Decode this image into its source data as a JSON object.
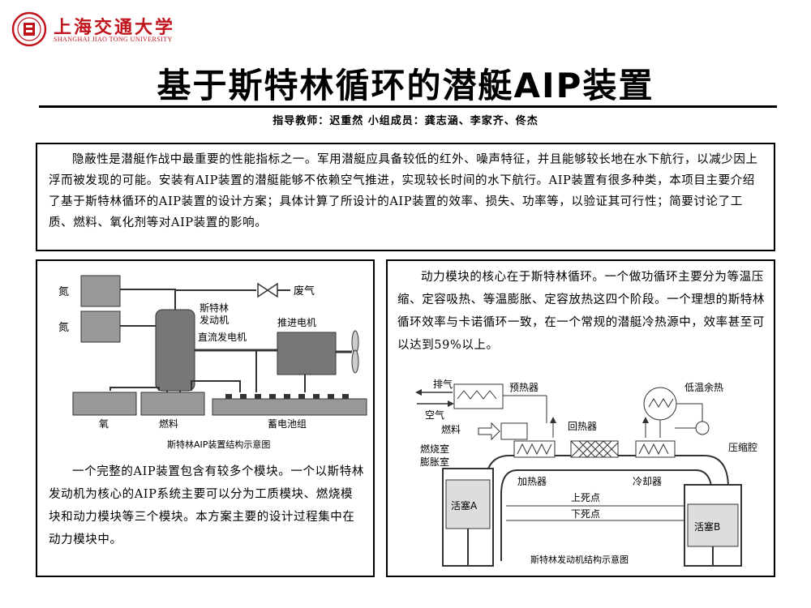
{
  "header": {
    "university_cn": "上海交通大学",
    "university_en": "SHANGHAI JIAO TONG UNIVERSITY"
  },
  "title": "基于斯特林循环的潜艇AIP装置",
  "authors": "指导教师：迟重然    小组成员：龚志涵、李家齐、佟杰",
  "abstract": "隐蔽性是潜艇作战中最重要的性能指标之一。军用潜艇应具备较低的红外、噪声特征，并且能够较长地在水下航行，以减少因上浮而被发现的可能。安装有AIP装置的潜艇能够不依赖空气推进，实现较长时间的水下航行。AIP装置有很多种类，本项目主要介绍了基于斯特林循环的AIP装置的设计方案；具体计算了所设计的AIP装置的效率、损失、功率等，以验证其可行性；简要讨论了工质、燃料、氧化剂等对AIP装置的影响。",
  "left_panel": {
    "diagram": {
      "labels": {
        "n2_top": "氮",
        "n2_bottom": "氮",
        "exhaust": "废气",
        "stirling_engine": "斯特林\n发动机",
        "dc_generator": "直流发电机",
        "propulsion_motor": "推进电机",
        "oxygen": "氧",
        "fuel": "燃料",
        "battery": "蓄电池组"
      },
      "caption": "斯特林AIP装置结构示意图"
    },
    "text": "一个完整的AIP装置包含有较多个模块。一个以斯特林发动机为核心的AIP系统主要可以分为工质模块、燃烧模块和动力模块等三个模块。本方案主要的设计过程集中在动力模块中。"
  },
  "right_panel": {
    "text": "动力模块的核心在于斯特林循环。一个做功循环主要分为等温压缩、定容吸热、等温膨胀、定容放热这四个阶段。一个理想的斯特林循环效率与卡诺循环一致，在一个常规的潜艇冷热源中，效率甚至可以达到59%以上。",
    "diagram": {
      "labels": {
        "exhaust": "排气",
        "air": "空气",
        "fuel": "燃料",
        "preheater": "预热器",
        "combustion_chamber": "燃烧室",
        "expansion_chamber": "膨胀室",
        "regenerator": "回热器",
        "heater": "加热器",
        "cooler": "冷却器",
        "low_temp_heat": "低温余热",
        "compression_chamber": "压缩腔",
        "tdc": "上死点",
        "bdc": "下死点",
        "piston_a": "活塞A",
        "piston_b": "活塞B"
      },
      "caption": "斯特林发动机结构示意图"
    }
  }
}
